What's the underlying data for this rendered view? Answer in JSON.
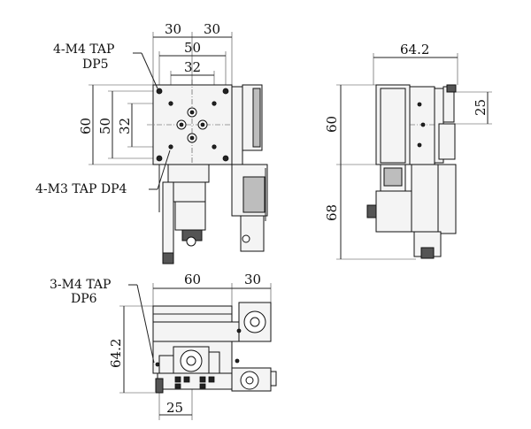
{
  "labels": {
    "top_tap": [
      "4-M4 TAP",
      "DP5"
    ],
    "mid_tap": "4-M3 TAP DP4",
    "bottom_tap": [
      "3-M4 TAP",
      "DP6"
    ]
  },
  "dimensions": {
    "top_30_left": "30",
    "top_30_right": "30",
    "top_50": "50",
    "top_32": "32",
    "left_60": "60",
    "left_50": "50",
    "left_32": "32",
    "side_64_2": "64.2",
    "side_25": "25",
    "side_60": "60",
    "side_68": "68",
    "bottom_60": "60",
    "bottom_30": "30",
    "bottom_64_2": "64.2",
    "bottom_25": "25"
  }
}
